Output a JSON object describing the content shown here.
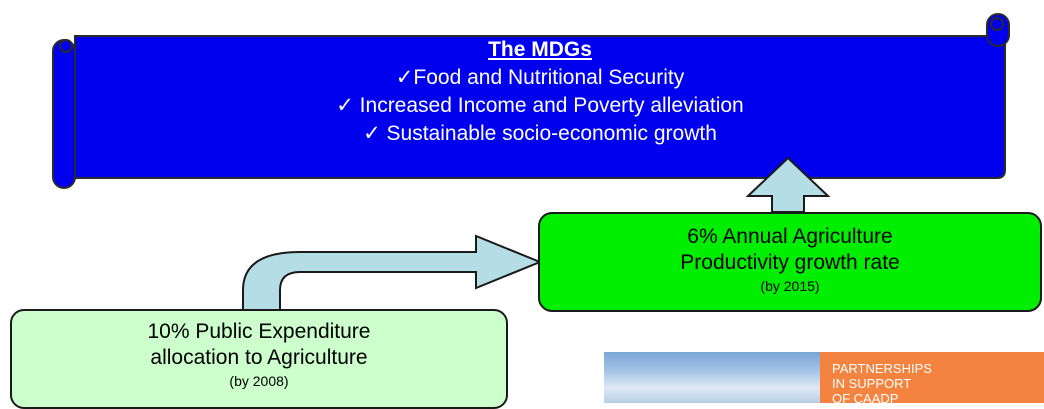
{
  "scroll": {
    "title": "The MDGs",
    "lines": [
      "✓Food and Nutritional Security",
      "✓ Increased Income and Poverty alleviation",
      "✓ Sustainable socio-economic growth"
    ],
    "fill_color": "#0000ee"
  },
  "growth_box": {
    "line1": "6% Annual Agriculture",
    "line2": "Productivity growth rate",
    "sub": "(by 2015)",
    "fill_color": "#00ee00"
  },
  "spend_box": {
    "line1": "10% Public Expenditure",
    "line2": "allocation to Agriculture",
    "sub": "(by 2008)",
    "fill_color": "#ccffcc"
  },
  "arrow_color": "#b5dde6",
  "banner": {
    "line1": "PARTNERSHIPS",
    "line2": "IN SUPPORT",
    "line3": "OF CAADP",
    "color": "#f4833f"
  }
}
